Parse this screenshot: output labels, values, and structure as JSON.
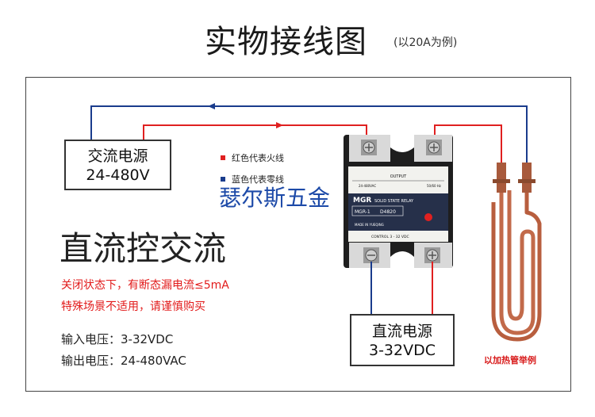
{
  "header": {
    "title": "实物接线图",
    "subtitle": "(以20A为例)"
  },
  "ac_source": {
    "line1": "交流电源",
    "line2": "24-480V"
  },
  "legend": {
    "red_label": "红色代表火线",
    "blue_label": "蓝色代表零线",
    "red_color": "#e02020",
    "blue_color": "#1a3c8c"
  },
  "watermark": "瑟尔斯五金",
  "main_heading": "直流控交流",
  "notes": {
    "line1": "关闭状态下，有断态漏电流≤5mA",
    "line2": "特殊场景不适用，请谨慎购买"
  },
  "specs": {
    "input": "输入电压：3-32VDC",
    "output": "输出电压：24-480VAC"
  },
  "relay": {
    "output_label": "OUTPUT",
    "voltage_label": "24-480VAC",
    "freq_label": "50/60 Hz",
    "brand": "MGR",
    "type_label": "SOLID STATE RELAY",
    "model": "MGR-1",
    "part": "D4820",
    "origin": "MADE IN YUEQING",
    "control_label": "CONTROL 3 - 32 VDC"
  },
  "dc_source": {
    "line1": "直流电源",
    "line2": "3-32VDC"
  },
  "heater_caption": "以加热管举例"
}
